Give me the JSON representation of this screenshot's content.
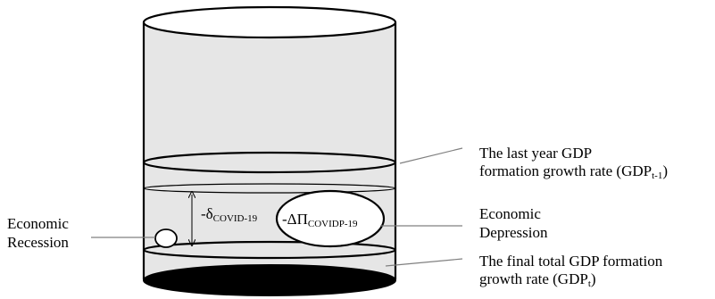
{
  "labels": {
    "last_year": {
      "line1": "The last year GDP",
      "line2": "formation growth rate (GDP",
      "sub": "t-1",
      "close": ")"
    },
    "economic_depression": {
      "line1": "Economic",
      "line2": "Depression"
    },
    "final_total": {
      "line1": "The final total GDP formation",
      "line2": "growth rate (GDP",
      "sub": "t",
      "close": ")"
    },
    "economic_recession": {
      "line1": "Economic",
      "line2": "Recession"
    }
  },
  "symbols": {
    "delta": {
      "main": "-δ",
      "sub": "COVID-19"
    },
    "delta_pi": {
      "main": "-ΔΠ",
      "sub": "COVIDP-19"
    }
  },
  "colors": {
    "cylinder_fill": "#e6e6e6",
    "bottom_fill": "#000000",
    "stroke": "#000000",
    "leader": "#808080"
  }
}
